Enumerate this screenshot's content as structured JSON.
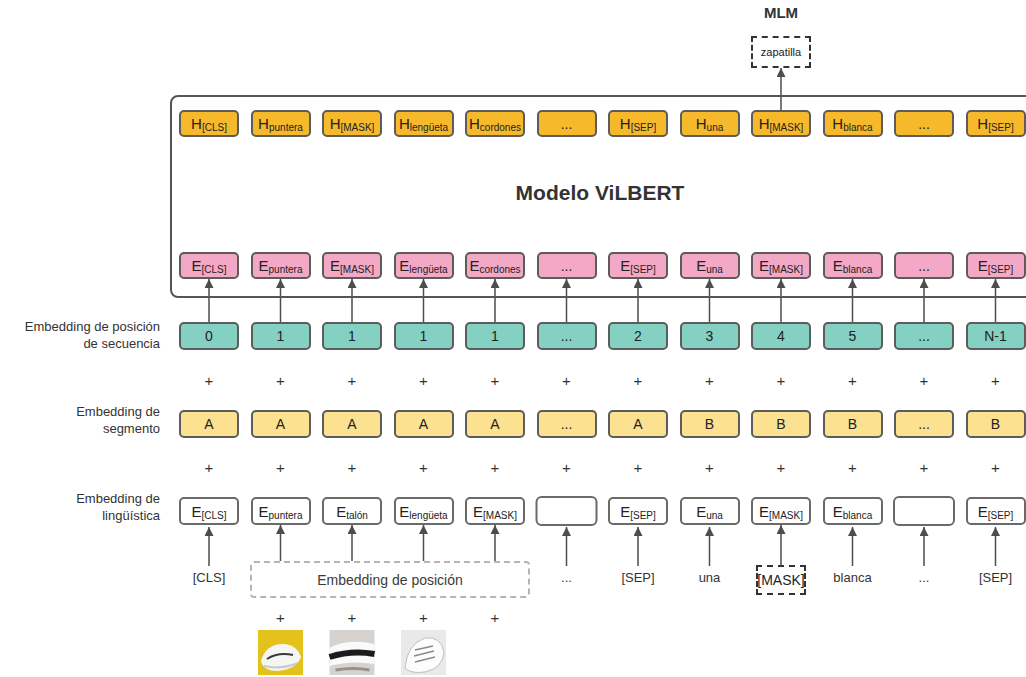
{
  "diagram": {
    "nodes": [
      {
        "text": [
          "MLM",
          "zapatilla"
        ]
      },
      {
        "text": [
          "Modelo ViLBERT"
        ]
      },
      {
        "text": [
          "H",
          "[CLS]"
        ],
        "in": 1
      },
      {
        "text": [
          "H",
          "puntera"
        ],
        "in": 1
      },
      {
        "text": [
          "H",
          "[MASK]"
        ],
        "in": 1
      },
      {
        "text": [
          "H",
          "lengüeta"
        ],
        "in": 1
      },
      {
        "text": [
          "H",
          "cordones"
        ],
        "in": 1
      },
      {
        "text": [
          "..."
        ],
        "in": 1
      },
      {
        "text": [
          "H",
          "[SEP]"
        ],
        "in": 1
      },
      {
        "text": [
          "H",
          "una"
        ],
        "in": 1
      },
      {
        "text": [
          "H",
          "[MASK]"
        ],
        "in": 1
      },
      {
        "text": [
          "H",
          "blanca"
        ],
        "in": 1
      },
      {
        "text": [
          "..."
        ],
        "in": 1
      },
      {
        "text": [
          "H",
          "[SEP]"
        ],
        "in": 1
      },
      {
        "text": [
          "E",
          "[CLS]"
        ],
        "in": 1
      },
      {
        "text": [
          "E",
          "puntera"
        ],
        "in": 1
      },
      {
        "text": [
          "E",
          "[MASK]"
        ],
        "in": 1
      },
      {
        "text": [
          "E",
          "lengüeta"
        ],
        "in": 1
      },
      {
        "text": [
          "E",
          "cordones"
        ],
        "in": 1
      },
      {
        "text": [
          "..."
        ],
        "in": 1
      },
      {
        "text": [
          "E",
          "[SEP]"
        ],
        "in": 1
      },
      {
        "text": [
          "E",
          "una"
        ],
        "in": 1
      },
      {
        "text": [
          "E",
          "[MASK]"
        ],
        "in": 1
      },
      {
        "text": [
          "E",
          "blanca"
        ],
        "in": 1
      },
      {
        "text": [
          "..."
        ],
        "in": 1
      },
      {
        "text": [
          "E",
          "[SEP]"
        ],
        "in": 1
      },
      {
        "text": [
          "0"
        ]
      },
      {
        "text": [
          "1"
        ]
      },
      {
        "text": [
          "1"
        ]
      },
      {
        "text": [
          "1"
        ]
      },
      {
        "text": [
          "1"
        ]
      },
      {
        "text": [
          "..."
        ]
      },
      {
        "text": [
          "2"
        ]
      },
      {
        "text": [
          "3"
        ]
      },
      {
        "text": [
          "4"
        ]
      },
      {
        "text": [
          "5"
        ]
      },
      {
        "text": [
          "..."
        ]
      },
      {
        "text": [
          "N-1"
        ]
      },
      {
        "text": [
          "A"
        ]
      },
      {
        "text": [
          "A"
        ]
      },
      {
        "text": [
          "A"
        ]
      },
      {
        "text": [
          "A"
        ]
      },
      {
        "text": [
          "A"
        ]
      },
      {
        "text": [
          "..."
        ]
      },
      {
        "text": [
          "A"
        ]
      },
      {
        "text": [
          "B"
        ]
      },
      {
        "text": [
          "B"
        ]
      },
      {
        "text": [
          "B"
        ]
      },
      {
        "text": [
          "..."
        ]
      },
      {
        "text": [
          "B"
        ]
      },
      {
        "text": [
          "E",
          "[CLS]"
        ]
      },
      {
        "text": [
          "E",
          "puntera"
        ]
      },
      {
        "text": [
          "E",
          "talón"
        ]
      },
      {
        "text": [
          "E",
          "lengüeta"
        ]
      },
      {
        "text": [
          "E",
          "[MASK]"
        ]
      },
      {
        "text": [
          "E",
          "[SEP]"
        ]
      },
      {
        "text": [
          "E",
          "una"
        ]
      },
      {
        "text": [
          "E",
          "[MASK]"
        ]
      },
      {
        "text": [
          "E",
          "blanca"
        ]
      },
      {
        "text": [
          "E",
          "[SEP]"
        ]
      },
      {
        "text": [
          "Embedding de posición"
        ]
      },
      {
        "text": [
          "[MASK]"
        ]
      }
    ],
    "edges": [
      {
        "from": 26,
        "to": 14,
        "arrow": "to"
      },
      {
        "from": 27,
        "to": 15,
        "arrow": "to"
      },
      {
        "from": 28,
        "to": 16,
        "arrow": "to"
      },
      {
        "from": 29,
        "to": 17,
        "arrow": "to"
      },
      {
        "from": 30,
        "to": 18,
        "arrow": "to"
      },
      {
        "from": 31,
        "to": 19,
        "arrow": "to"
      },
      {
        "from": 32,
        "to": 20,
        "arrow": "to"
      },
      {
        "from": 33,
        "to": 21,
        "arrow": "to"
      },
      {
        "from": 34,
        "to": 22,
        "arrow": "to"
      },
      {
        "from": 35,
        "to": 23,
        "arrow": "to"
      },
      {
        "from": 36,
        "to": 24,
        "arrow": "to"
      },
      {
        "from": 37,
        "to": 25,
        "arrow": "to"
      },
      {
        "from": 10,
        "to": 0,
        "arrow": "to"
      },
      {
        "from": 60,
        "to": 51,
        "arrow": "to"
      },
      {
        "from": 60,
        "to": 52,
        "arrow": "to"
      },
      {
        "from": 60,
        "to": 53,
        "arrow": "to"
      },
      {
        "from": 60,
        "to": 54,
        "arrow": "to"
      },
      {
        "from": 61,
        "to": 57,
        "arrow": "to"
      }
    ],
    "labels": [
      "Embedding de posición de secuencia",
      "+",
      "+",
      "+",
      "+",
      "+",
      "+",
      "+",
      "+",
      "+",
      "+",
      "+",
      "+",
      "Embedding de segmento",
      "+",
      "+",
      "+",
      "+",
      "+",
      "+",
      "+",
      "+",
      "+",
      "+",
      "+",
      "+",
      "Embedding de lingüística",
      "[CLS]",
      "...",
      "[SEP]",
      "una",
      "blanca",
      "...",
      "[SEP]",
      "+",
      "+",
      "+",
      "+"
    ]
  }
}
